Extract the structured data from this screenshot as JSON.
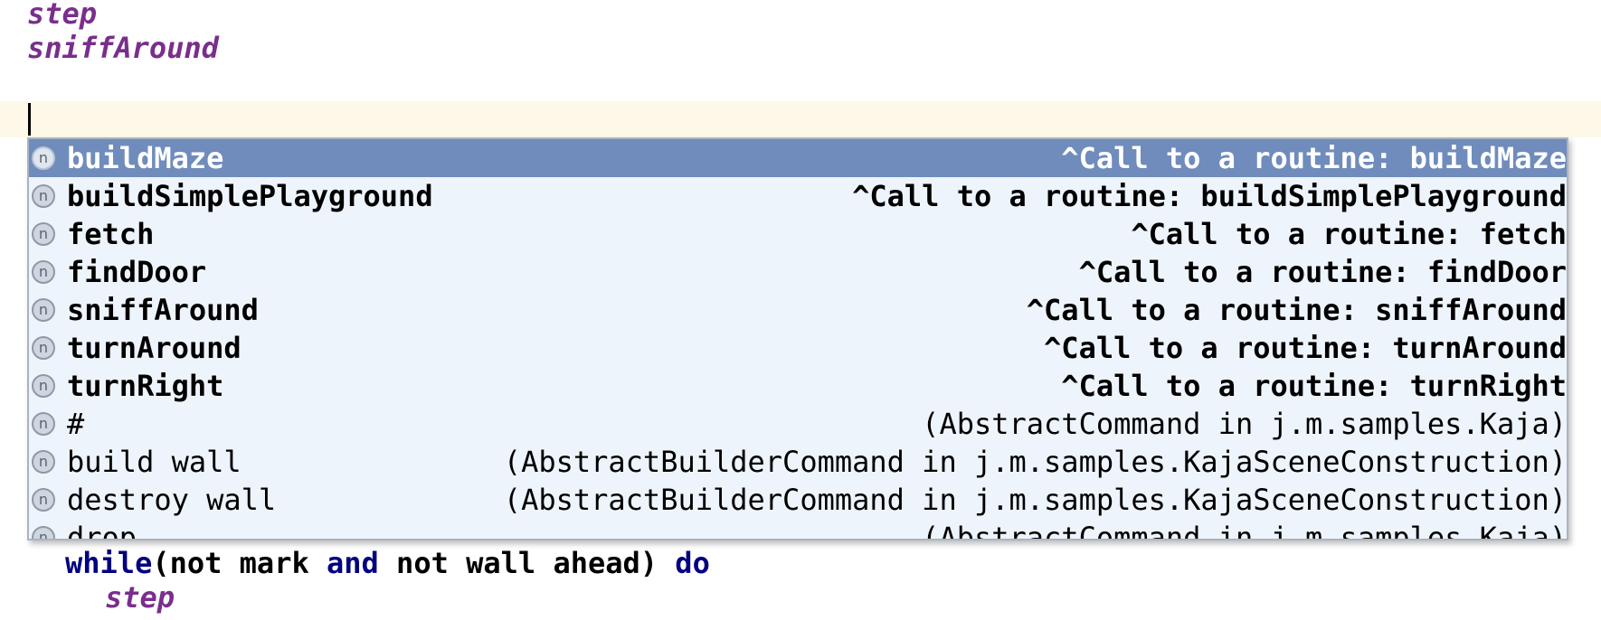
{
  "editor": {
    "top_lines": [
      "step",
      "sniffAround"
    ],
    "bottom": {
      "while_kw": "while",
      "cond_open": "(not mark ",
      "and_kw": "and",
      "cond_close": " not wall ahead) ",
      "do_kw": "do",
      "step_line": "step"
    }
  },
  "completion": {
    "icon_glyph": "n",
    "items": [
      {
        "name": "buildMaze",
        "desc": "^Call to a routine: buildMaze"
      },
      {
        "name": "buildSimplePlayground",
        "desc": "^Call to a routine: buildSimplePlayground"
      },
      {
        "name": "fetch",
        "desc": "^Call to a routine: fetch"
      },
      {
        "name": "findDoor",
        "desc": "^Call to a routine: findDoor"
      },
      {
        "name": "sniffAround",
        "desc": "^Call to a routine: sniffAround"
      },
      {
        "name": "turnAround",
        "desc": "^Call to a routine: turnAround"
      },
      {
        "name": "turnRight",
        "desc": "^Call to a routine: turnRight"
      },
      {
        "name": "#",
        "desc": "(AbstractCommand in j.m.samples.Kaja)"
      },
      {
        "name": "build wall",
        "desc": "(AbstractBuilderCommand in j.m.samples.KajaSceneConstruction)"
      },
      {
        "name": "destroy wall",
        "desc": "(AbstractBuilderCommand in j.m.samples.KajaSceneConstruction)"
      },
      {
        "name": "drop",
        "desc": "(AbstractCommand in j.m.samples.Kaja)"
      }
    ]
  }
}
